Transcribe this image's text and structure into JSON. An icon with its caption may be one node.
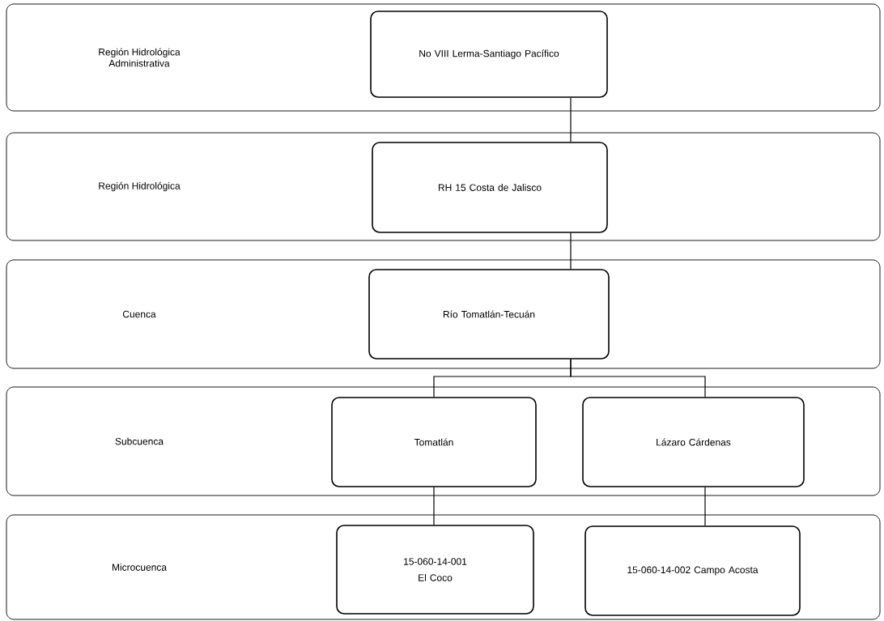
{
  "diagram": {
    "nodes": [
      {
        "text": [
          "Región Hidrológica Administrativa"
        ]
      },
      {
        "text": [
          "No VIII Lerma-Santiago Pacífico"
        ],
        "in": 0
      },
      {
        "text": [
          "Región Hidrológica"
        ]
      },
      {
        "text": [
          "RH 15 Costa de Jalisco"
        ],
        "in": 2
      },
      {
        "text": [
          "Cuenca"
        ]
      },
      {
        "text": [
          "Río Tomatlán-Tecuán"
        ],
        "in": 4
      },
      {
        "text": [
          "Subcuenca"
        ]
      },
      {
        "text": [
          "Tomatlán"
        ],
        "in": 6
      },
      {
        "text": [
          "Lázaro Cárdenas"
        ],
        "in": 6
      },
      {
        "text": [
          "Microcuenca"
        ]
      },
      {
        "text": [
          "15-060-14-001",
          "El Coco"
        ],
        "in": 9
      },
      {
        "text": [
          "15-060-14-002 Campo Acosta"
        ],
        "in": 9
      }
    ],
    "edges": [
      {
        "from": 1,
        "to": 3,
        "arrow": "none"
      },
      {
        "from": 3,
        "to": 5,
        "arrow": "none"
      },
      {
        "from": 5,
        "to": 7,
        "arrow": "none"
      },
      {
        "from": 5,
        "to": 8,
        "arrow": "none"
      },
      {
        "from": 7,
        "to": 10,
        "arrow": "none"
      },
      {
        "from": 8,
        "to": 11,
        "arrow": "none"
      }
    ]
  }
}
